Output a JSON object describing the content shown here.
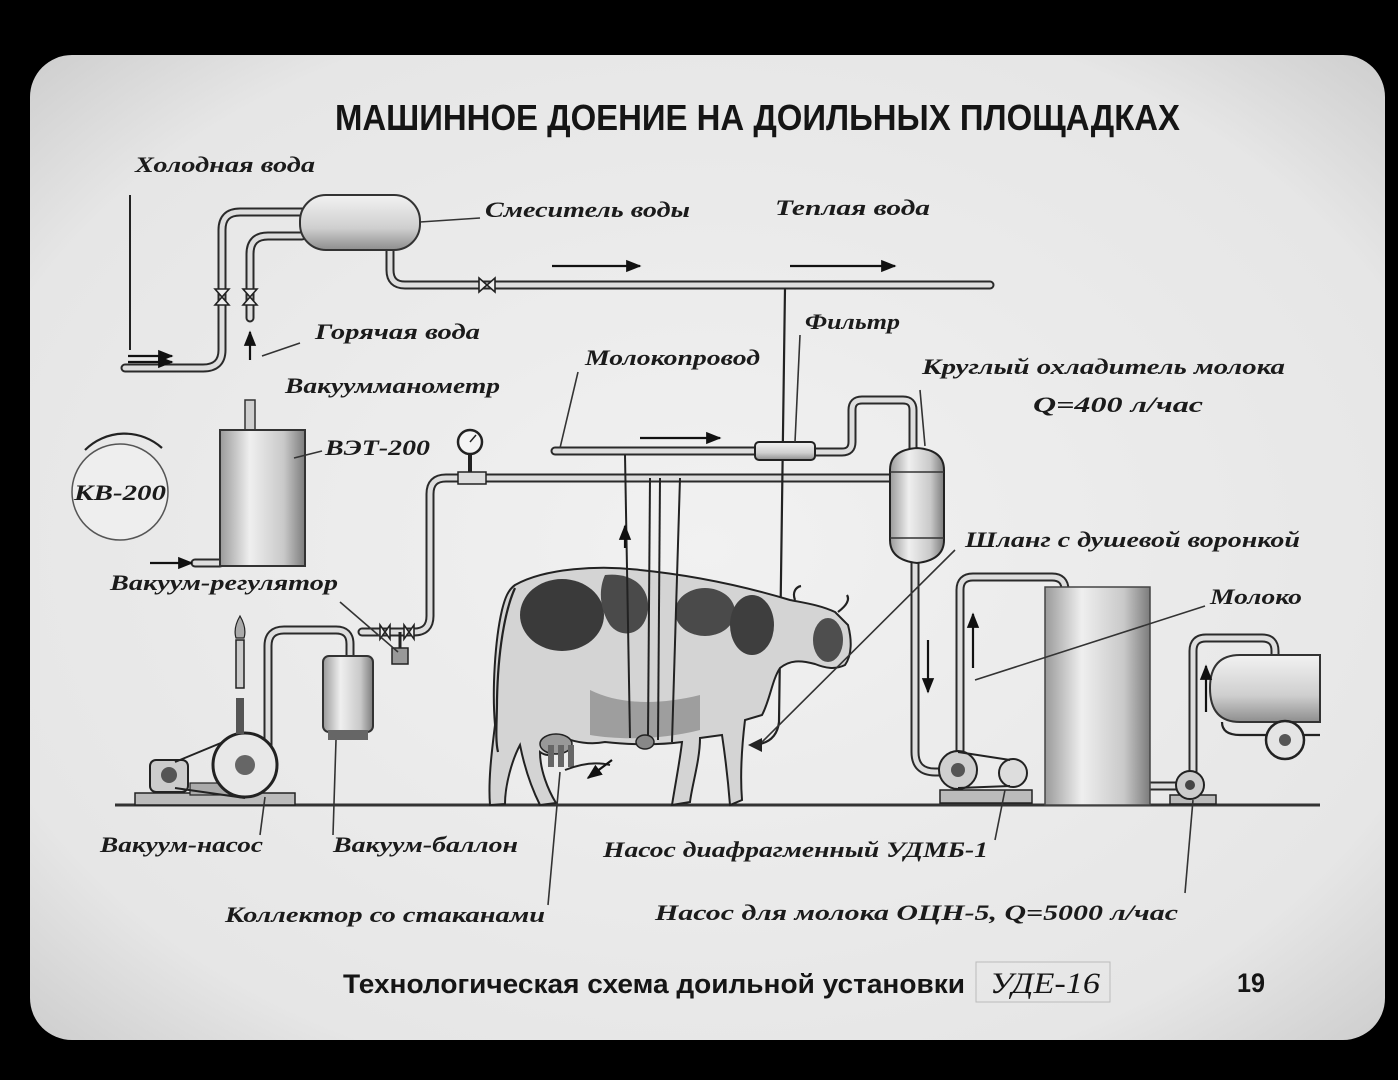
{
  "title": "МАШИННОЕ ДОЕНИЕ НА ДОИЛЬНЫХ ПЛОЩАДКАХ",
  "labels": {
    "cold_water": "Холодная вода",
    "water_mixer": "Смеситель воды",
    "warm_water": "Теплая вода",
    "hot_water": "Горячая вода",
    "filter": "Фильтр",
    "milk_pipeline": "Молокопровод",
    "cooler": "Круглый охладитель молока",
    "cooler_capacity": "Q=400 л/час",
    "vacuum_gauge": "Вакуумманометр",
    "heater": "ВЭТ-200",
    "kv": "КВ-200",
    "shower_hose": "Шланг с душевой воронкой",
    "vacuum_regulator": "Вакуум-регулятор",
    "milk": "Молоко",
    "vacuum_pump": "Вакуум-насос",
    "vacuum_tank": "Вакуум-баллон",
    "diaphragm_pump": "Насос диафрагменный УДМБ-1",
    "collector": "Коллектор со стаканами",
    "milk_pump": "Насос для молока ОЦН-5, Q=5000 л/час"
  },
  "caption": {
    "text": "Технологическая схема доильной установки",
    "model": "УДЕ-16",
    "frame_number": "19"
  },
  "colors": {
    "background": "#000000",
    "card": "#ededed",
    "ink": "#1b1b1b",
    "pipe_fill": "#dedede"
  }
}
